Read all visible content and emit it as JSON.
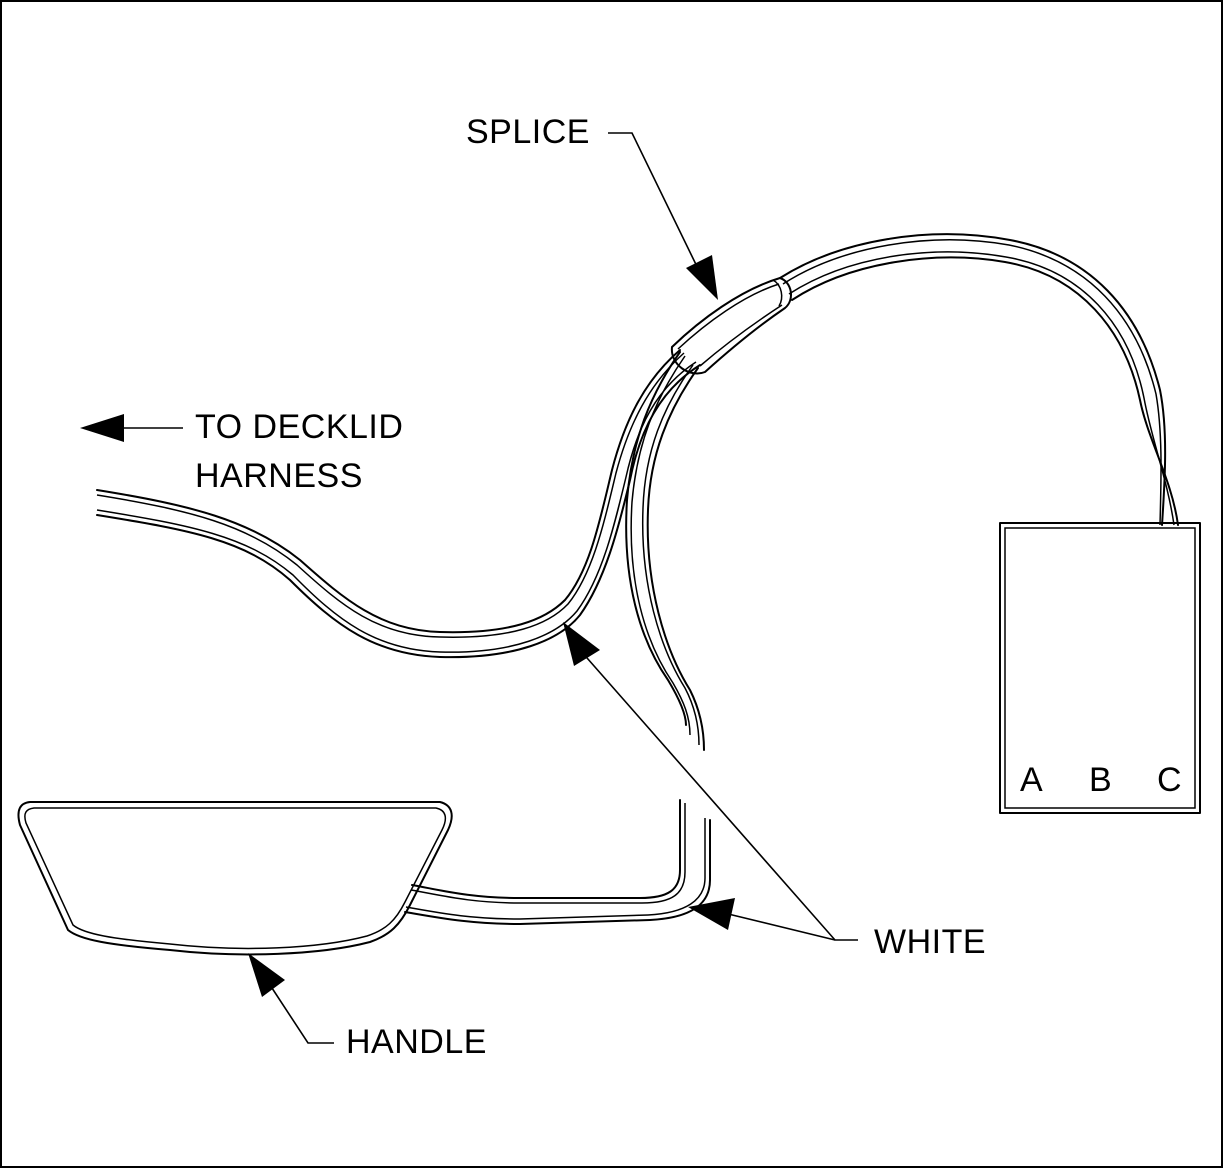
{
  "labels": {
    "splice": "SPLICE",
    "to_decklid_line1": "TO DECKLID",
    "to_decklid_line2": "HARNESS",
    "white": "WHITE",
    "handle": "HANDLE"
  },
  "connector": {
    "pins": [
      "A",
      "B",
      "C"
    ]
  },
  "colors": {
    "line": "#000000",
    "background": "#ffffff"
  }
}
